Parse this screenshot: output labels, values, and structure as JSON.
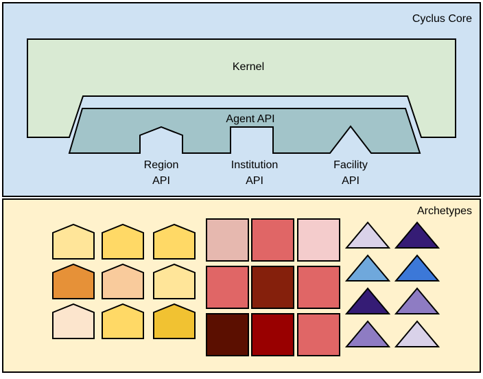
{
  "core": {
    "title": "Cyclus Core",
    "fill": "#cfe2f3",
    "kernel": {
      "label": "Kernel",
      "fill": "#d9ead3"
    },
    "agent_api": {
      "label": "Agent API",
      "fill": "#a2c4c9",
      "sub_apis": [
        {
          "line1": "Region",
          "line2": "API",
          "shape": "house"
        },
        {
          "line1": "Institution",
          "line2": "API",
          "shape": "square"
        },
        {
          "line1": "Facility",
          "line2": "API",
          "shape": "triangle"
        }
      ]
    }
  },
  "archetypes": {
    "title": "Archetypes",
    "fill": "#fff2cc",
    "region_colors": [
      [
        "#ffe599",
        "#ffd966",
        "#ffd966"
      ],
      [
        "#e69138",
        "#f9cb9c",
        "#ffe599"
      ],
      [
        "#fce5cd",
        "#ffd966",
        "#f1c232"
      ]
    ],
    "institution_colors": [
      [
        "#e6b8af",
        "#e06666",
        "#f4cccc"
      ],
      [
        "#e06666",
        "#85200c",
        "#e06666"
      ],
      [
        "#5b0f00",
        "#990000",
        "#e06666"
      ]
    ],
    "facility_colors": [
      [
        "#d9d2e9",
        "#351c75"
      ],
      [
        "#6fa8dc",
        "#3c78d8"
      ],
      [
        "#351c75",
        "#8e7cc3"
      ],
      [
        "#8e7cc3",
        "#d9d2e9"
      ]
    ]
  }
}
